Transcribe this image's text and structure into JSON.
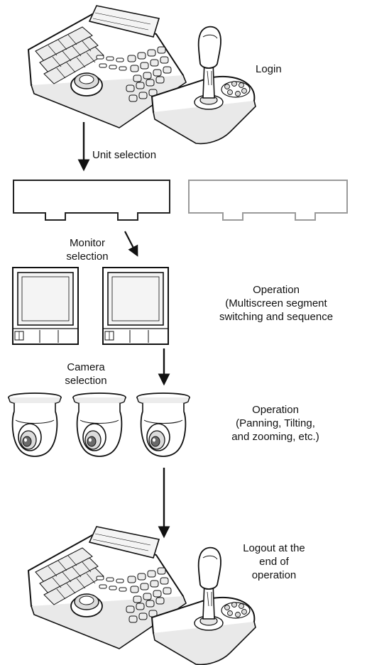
{
  "labels": {
    "login": "Login",
    "unit_selection": "Unit selection",
    "monitor_selection": "Monitor\nselection",
    "operation_monitor": "Operation\n(Multiscreen segment\nswitching and sequence",
    "camera_selection": "Camera\nselection",
    "operation_camera": "Operation\n(Panning, Tilting,\nand zooming, etc.)",
    "logout": "Logout at the\nend of\noperation"
  },
  "colors": {
    "line": "#111111",
    "unit_active": "#222222",
    "unit_inactive": "#9a9a9a",
    "screen": "#f4f4f4",
    "key_fill": "#ececec",
    "lens": "#6a6a6a"
  }
}
